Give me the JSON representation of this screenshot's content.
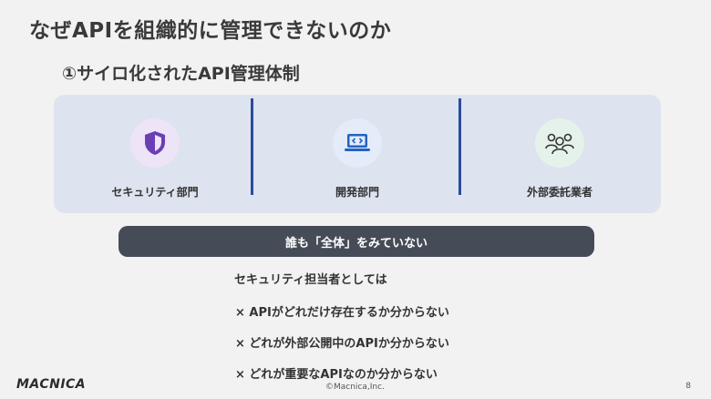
{
  "slide": {
    "title": "なぜAPIを組織的に管理できないのか",
    "subtitle": "①サイロ化されたAPI管理体制"
  },
  "panel": {
    "columns": [
      {
        "label": "セキュリティ部門",
        "icon": "shield-icon",
        "circle_color": "#ede4f7",
        "icon_color": "#6a3fb5"
      },
      {
        "label": "開発部門",
        "icon": "laptop-code-icon",
        "circle_color": "#e3ecf8",
        "icon_color": "#2462c4"
      },
      {
        "label": "外部委託業者",
        "icon": "users-icon",
        "circle_color": "#e4f2ea",
        "icon_color": "#333333"
      }
    ],
    "divider_color": "#2b4aa0"
  },
  "banner": {
    "text": "誰も「全体」をみていない"
  },
  "points": {
    "heading": "セキュリティ担当者としては",
    "items": [
      "× APIがどれだけ存在するか分からない",
      "× どれが外部公開中のAPIか分からない",
      "× どれが重要なAPIなのか分からない"
    ]
  },
  "footer": {
    "logo": "MACNICA",
    "copyright": "©Macnica,Inc.",
    "page": "8"
  }
}
